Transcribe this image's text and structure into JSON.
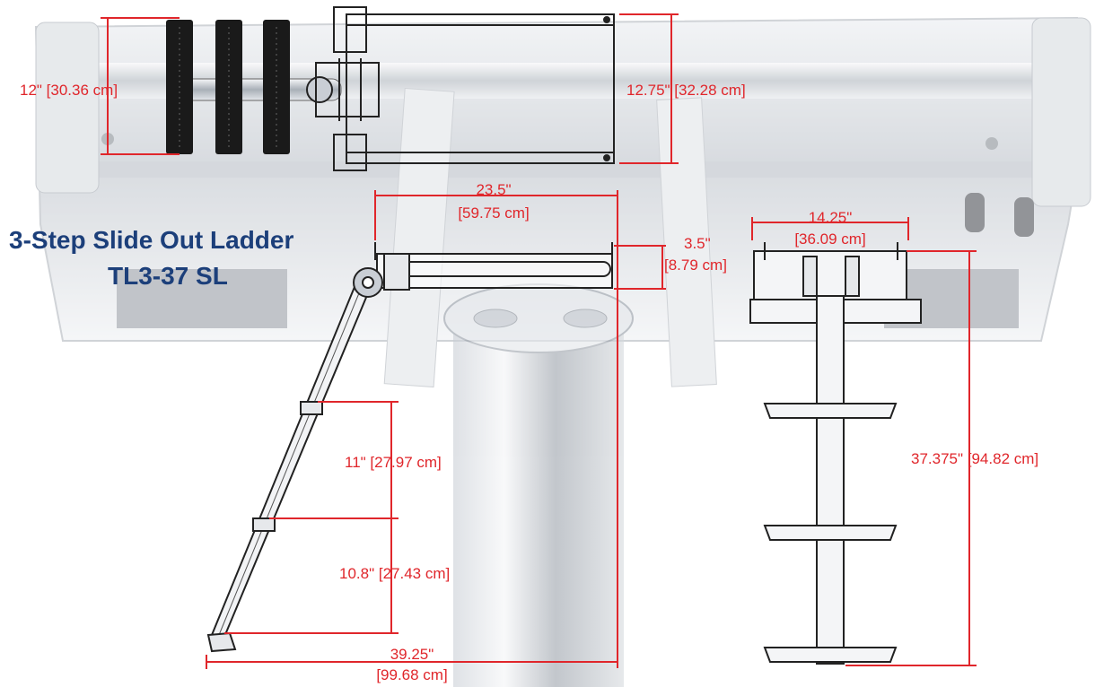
{
  "title": {
    "line1": "3-Step Slide Out Ladder",
    "line2": "TL3-37 SL"
  },
  "dimensions": {
    "mount_height": "12\" [30.36 cm]",
    "frame_height": "12.75\" [32.28 cm]",
    "track_length": "23.5\"",
    "track_length_cm": "[59.75 cm]",
    "bracket_depth": "3.5\"",
    "bracket_depth_cm": "[8.79 cm]",
    "mount_width": "14.25\"",
    "mount_width_cm": "[36.09 cm]",
    "ladder_height": "37.375\" [94.82 cm]",
    "step_spacing_1": "11\" [27.97 cm]",
    "step_spacing_2": "10.8\" [27.43 cm]",
    "reach": "39.25\"",
    "reach_cm": "[99.68 cm]"
  },
  "colors": {
    "title": "#1c3f7a",
    "dimension": "#e0262b",
    "steel": "#c7ccd3",
    "tread": "#1a1a1a"
  }
}
